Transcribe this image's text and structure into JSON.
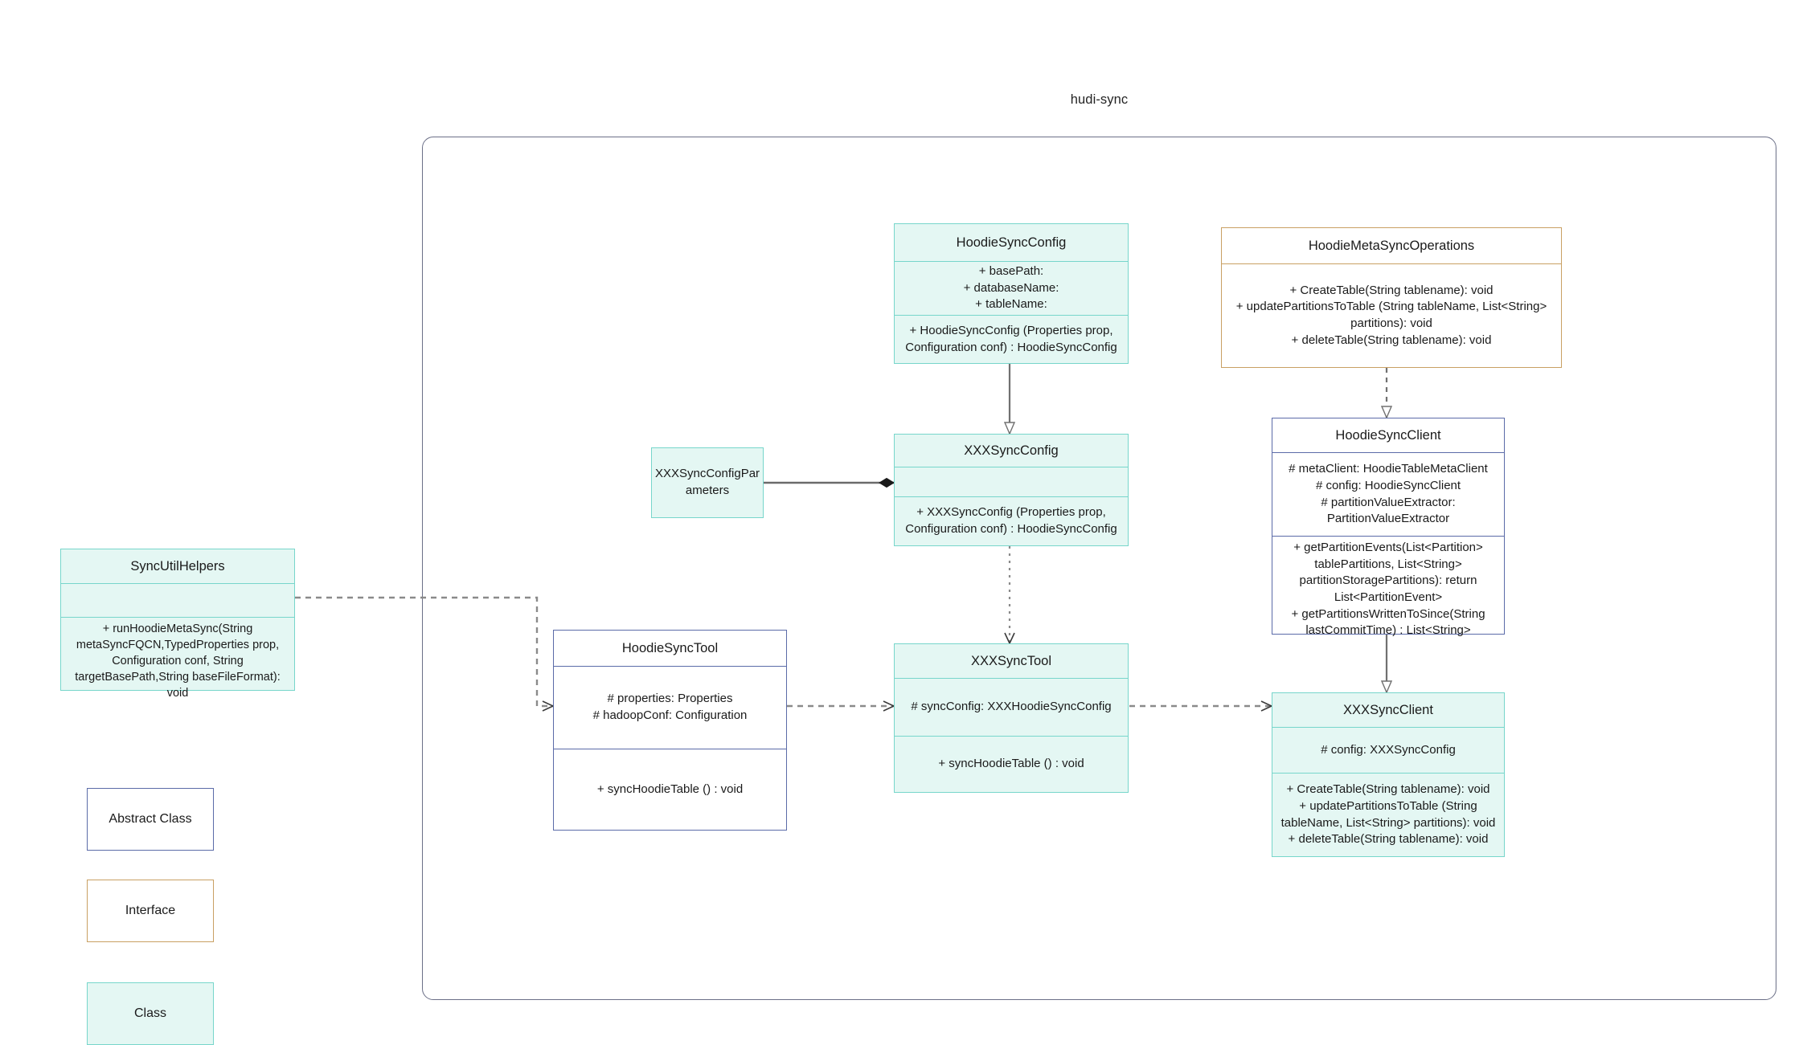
{
  "package": {
    "title": "hudi-sync"
  },
  "classes": {
    "hoodie_sync_config": {
      "name": "HoodieSyncConfig",
      "attributes": "+    basePath:\n+   databaseName:\n+   tableName:",
      "operations": "+   HoodieSyncConfig (Properties prop, Configuration conf) : HoodieSyncConfig"
    },
    "hoodie_meta_sync_operations": {
      "name": "HoodieMetaSyncOperations",
      "operations": "+    CreateTable(String tablename): void\n+   updatePartitionsToTable (String tableName, List<String> partitions): void\n+    deleteTable(String tablename): void"
    },
    "hoodie_sync_client": {
      "name": "HoodieSyncClient",
      "attributes": "#   metaClient: HoodieTableMetaClient\n#   config: HoodieSyncClient\n#    partitionValueExtractor: PartitionValueExtractor",
      "operations": "+   getPartitionEvents(List<Partition> tablePartitions, List<String> partitionStoragePartitions): return List<PartitionEvent>\n+   getPartitionsWrittenToSince(String lastCommitTime) : List<String>"
    },
    "xxx_sync_config": {
      "name": "XXXSyncConfig",
      "attributes": "",
      "operations": "+   XXXSyncConfig (Properties prop, Configuration conf) : HoodieSyncConfig"
    },
    "xxx_sync_config_parameters": {
      "name": "XXXSyncConfigPar ameters"
    },
    "sync_util_helpers": {
      "name": "SyncUtilHelpers",
      "attributes": "",
      "operations": "+    runHoodieMetaSync(String metaSyncFQCN,TypedProperties prop, Configuration conf, String targetBasePath,String baseFileFormat): void"
    },
    "hoodie_sync_tool": {
      "name": "HoodieSyncTool",
      "attributes": "#   properties: Properties\n#   hadoopConf: Configuration",
      "operations": "+   syncHoodieTable () : void"
    },
    "xxx_sync_tool": {
      "name": "XXXSyncTool",
      "attributes": "#  syncConfig: XXXHoodieSyncConfig",
      "operations": "+   syncHoodieTable () : void"
    },
    "xxx_sync_client": {
      "name": "XXXSyncClient",
      "attributes": "#   config: XXXSyncConfig",
      "operations": "+    CreateTable(String tablename): void\n+    updatePartitionsToTable (String tableName, List<String> partitions): void\n+   deleteTable(String tablename): void"
    }
  },
  "legend": {
    "abstract_class": "Abstract Class",
    "interface": "Interface",
    "class": "Class"
  },
  "colors": {
    "class_border": "#77d6cb",
    "class_fill": "#e4f7f3",
    "abstract_border": "#5b6ba8",
    "interface_border": "#c9a063",
    "package_border": "#6b6f87",
    "edge": "#707070"
  }
}
